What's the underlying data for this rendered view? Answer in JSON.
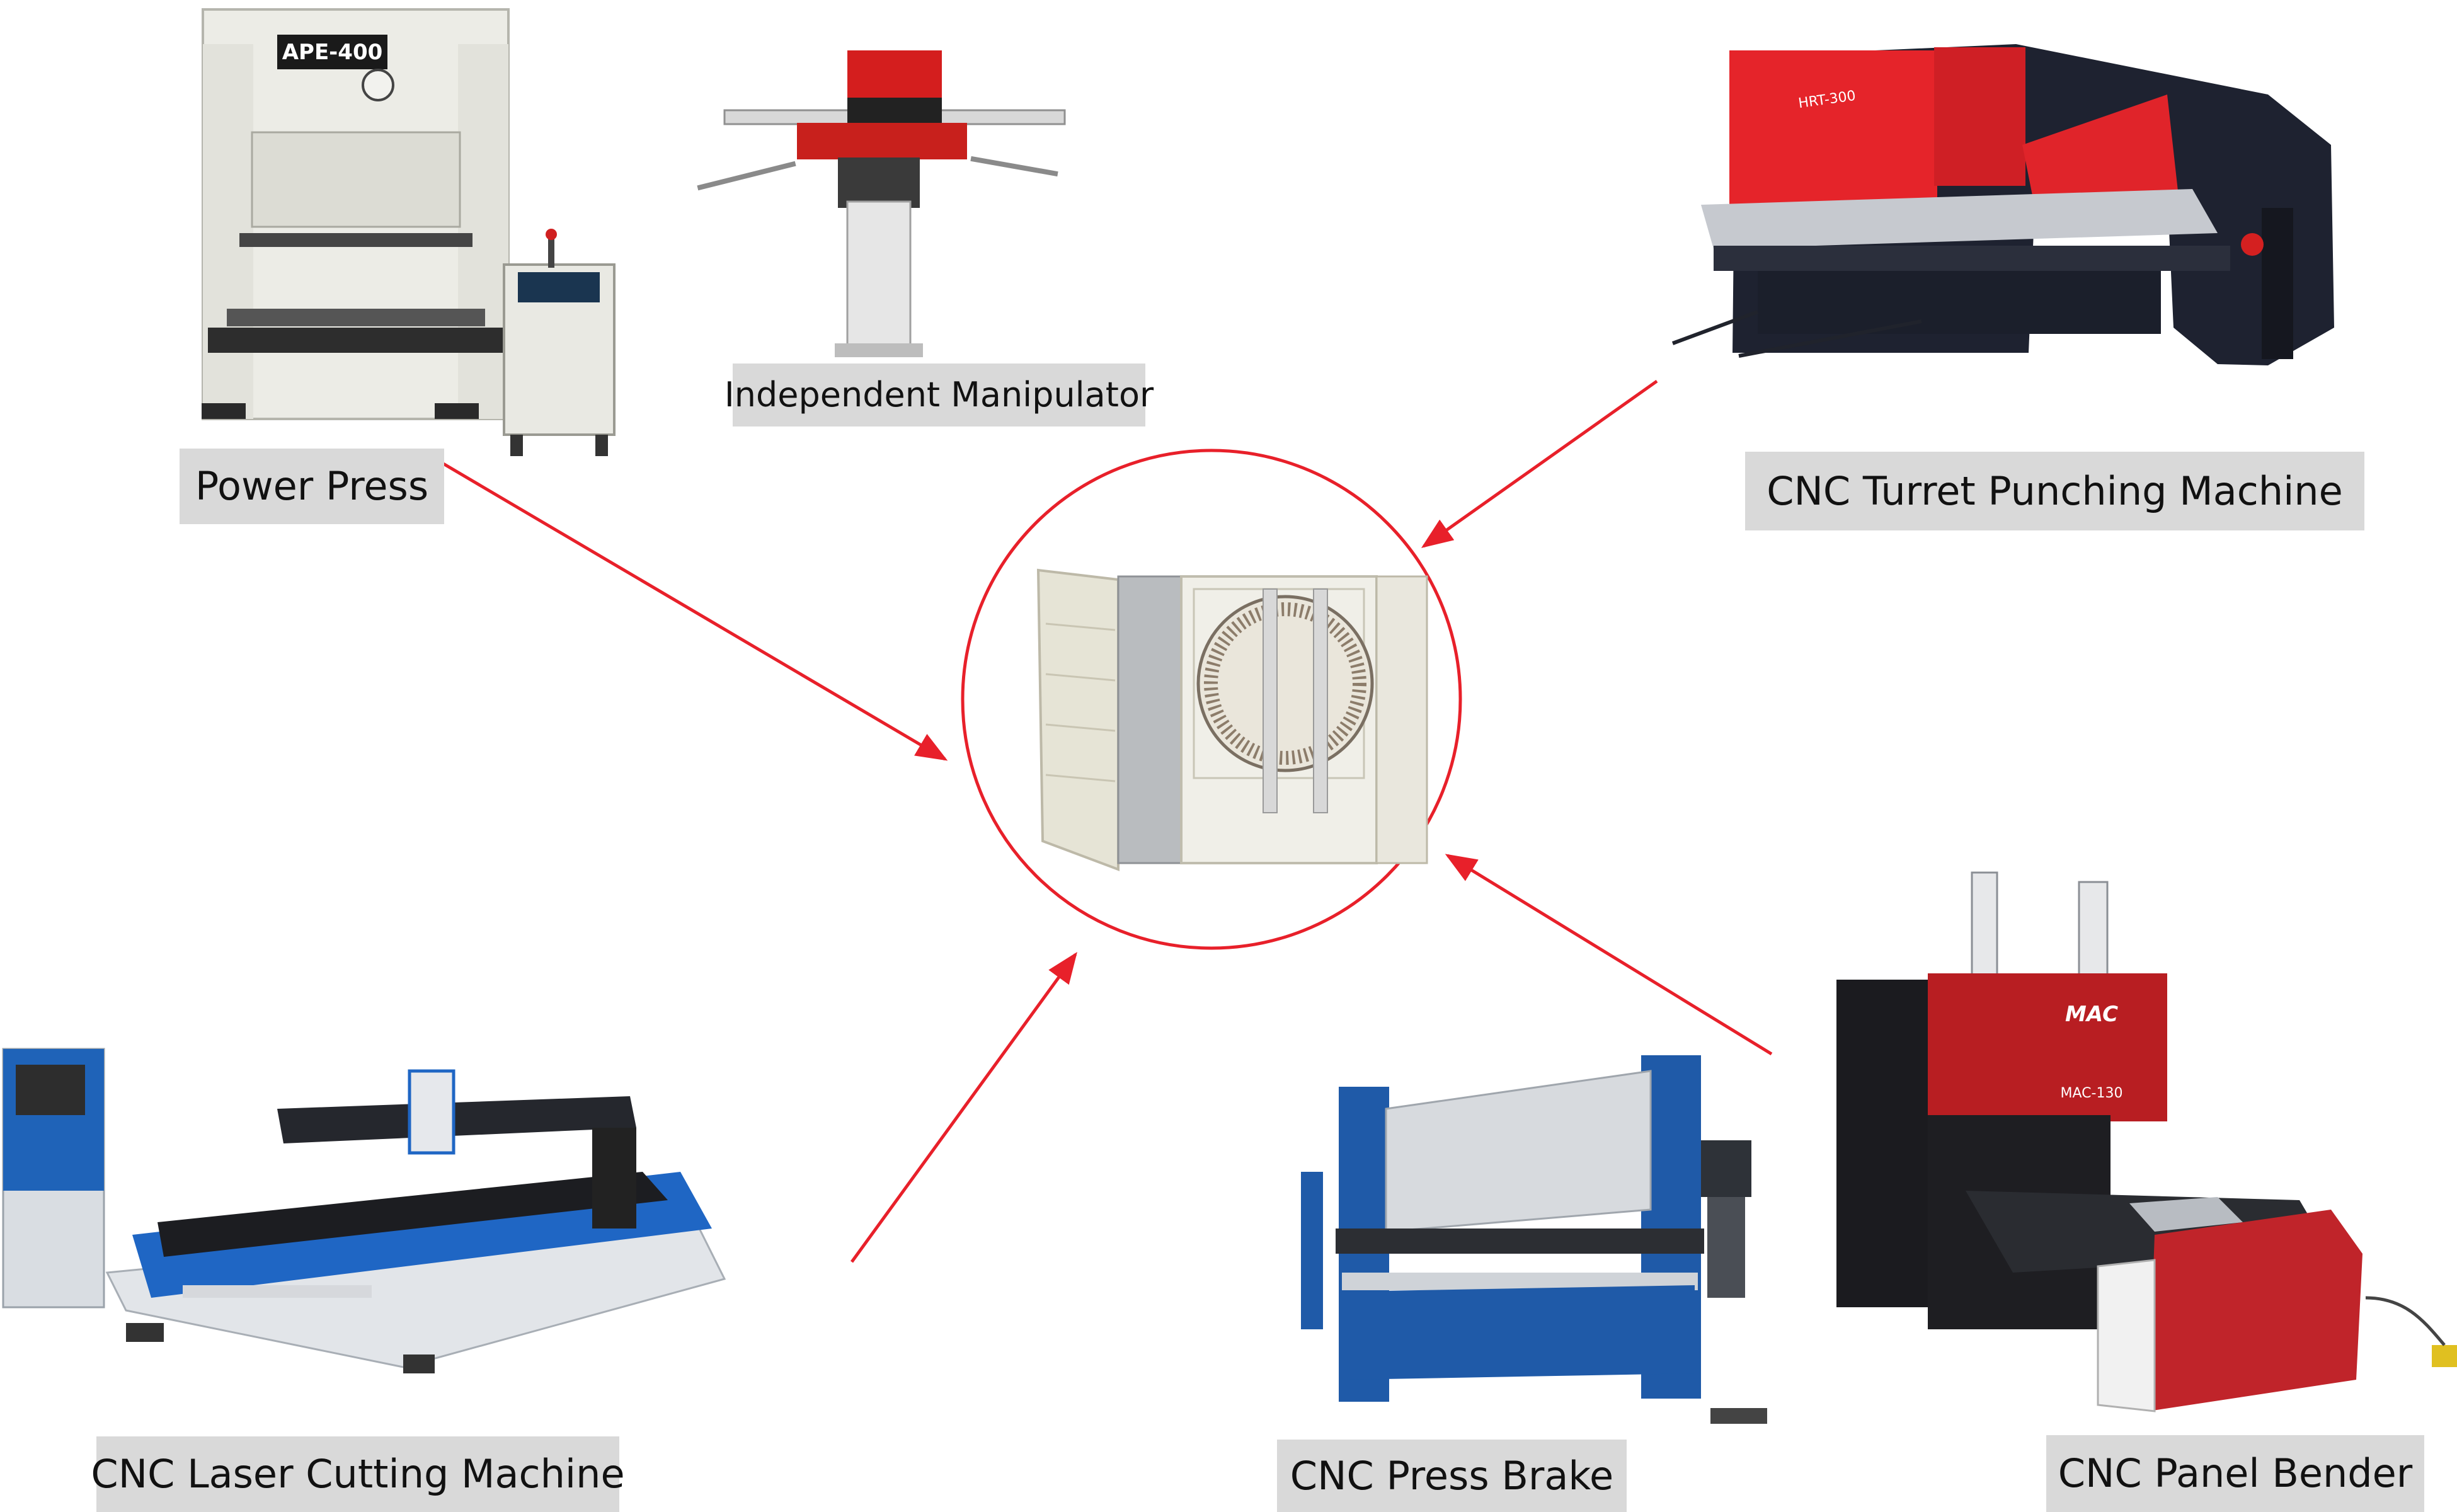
{
  "diagram": {
    "center": "air-conditioner-outdoor-unit-casing",
    "arrow_color": "#e8202a",
    "machines": [
      {
        "label": "Power Press",
        "nameplate": "APE-400"
      },
      {
        "label": "Independent Manipulator"
      },
      {
        "label": "CNC Turret Punching Machine",
        "nameplate": "HRT-300"
      },
      {
        "label": "CNC Laser Cutting Machine"
      },
      {
        "label": "CNC Press Brake"
      },
      {
        "label": "CNC Panel Bender",
        "brand": "MAC",
        "nameplate": "MAC-130"
      }
    ]
  }
}
